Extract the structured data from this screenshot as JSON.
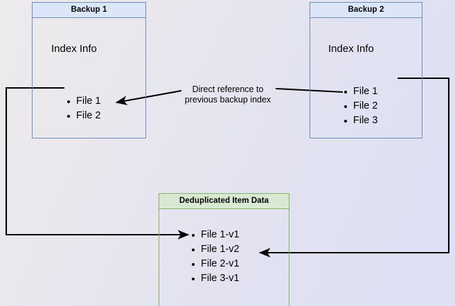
{
  "diagram": {
    "title": "Backup deduplication index reference diagram",
    "background_start": "#eceaec",
    "background_end": "#dee1f4",
    "stroke_color": "#000000"
  },
  "boxes": {
    "backup1": {
      "header": "Backup 1",
      "section_title": "Index Info",
      "border_color": "#6c8ebf",
      "header_fill": "#dbe7f8",
      "items": [
        {
          "label": "File 1"
        },
        {
          "label": "File 2"
        }
      ]
    },
    "backup2": {
      "header": "Backup 2",
      "section_title": "Index Info",
      "border_color": "#6c8ebf",
      "header_fill": "#dbe7f8",
      "items": [
        {
          "label": "File 1"
        },
        {
          "label": "File 2"
        },
        {
          "label": "File 3"
        }
      ]
    },
    "dedup": {
      "header": "Deduplicated Item Data",
      "border_color": "#82b366",
      "header_fill": "#d8e9d2",
      "items": [
        {
          "label": "File 1-v1"
        },
        {
          "label": "File 1-v2"
        },
        {
          "label": "File 2-v1"
        },
        {
          "label": "File 3-v1"
        }
      ]
    }
  },
  "labels": {
    "direct_reference_line1": "Direct reference to",
    "direct_reference_line2": "previous backup index"
  },
  "connectors": [
    {
      "name": "backup2-index-to-backup1-index",
      "from": "Backup 2 File 2",
      "to": "Backup 1 File 2",
      "arrow": "end",
      "label": "Direct reference to previous backup index"
    },
    {
      "name": "backup1-file1-to-dedup-file1v1",
      "from": "Backup 1 File 1",
      "to": "Deduplicated Item Data File 1-v1",
      "arrow": "end",
      "label": ""
    },
    {
      "name": "backup2-file1-to-dedup-file1v2",
      "from": "Backup 2 File 1",
      "to": "Deduplicated Item Data File 1-v2",
      "arrow": "end",
      "label": ""
    }
  ]
}
